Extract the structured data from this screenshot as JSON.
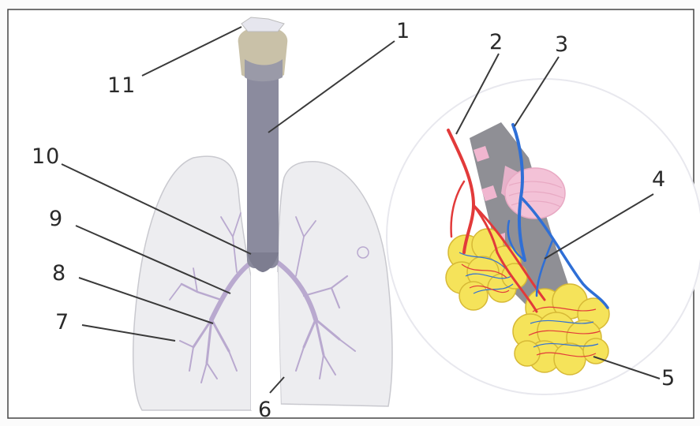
{
  "diagram": {
    "labels": [
      {
        "id": "1",
        "text": "1"
      },
      {
        "id": "2",
        "text": "2"
      },
      {
        "id": "3",
        "text": "3"
      },
      {
        "id": "4",
        "text": "4"
      },
      {
        "id": "5",
        "text": "5"
      },
      {
        "id": "6",
        "text": "6"
      },
      {
        "id": "7",
        "text": "7"
      },
      {
        "id": "8",
        "text": "8"
      },
      {
        "id": "9",
        "text": "9"
      },
      {
        "id": "10",
        "text": "10"
      },
      {
        "id": "11",
        "text": "11"
      }
    ],
    "colors": {
      "trachea": "#8b8b9e",
      "larynx": "#c9c1a8",
      "lung_fill": "#ececef",
      "bronchi": "#b9a9cf",
      "artery": "#e23a3a",
      "vein": "#2f6fd6",
      "alveoli": "#f5e35a",
      "bronchiole": "#8f8f95",
      "pink": "#f0b6cf",
      "leader_line": "#3a3a3a"
    }
  }
}
